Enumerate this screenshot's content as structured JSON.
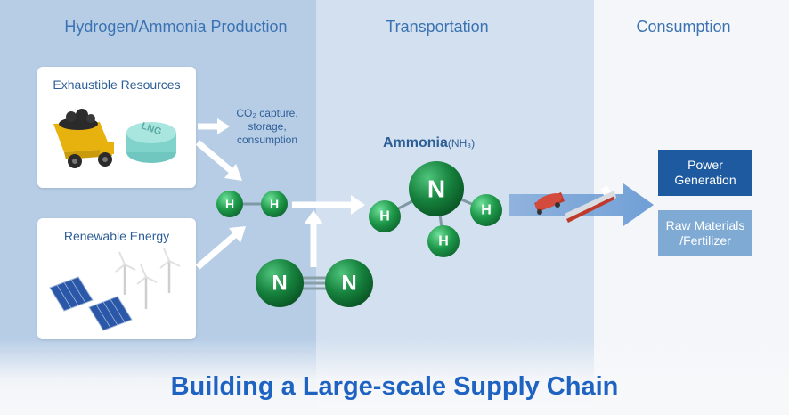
{
  "sections": {
    "production": "Hydrogen/Ammonia Production",
    "transportation": "Transportation",
    "consumption": "Consumption"
  },
  "sources": {
    "exhaustible": "Exhaustible Resources",
    "renewable": "Renewable Energy",
    "lng_label": "LNG"
  },
  "co2_note": {
    "line1": "CO₂ capture,",
    "line2": "storage,",
    "line3": "consumption"
  },
  "molecules": {
    "hydrogen_symbol": "H",
    "nitrogen_symbol": "N",
    "ammonia_name": "Ammonia",
    "ammonia_formula": "(NH₃)"
  },
  "consumption_uses": {
    "power": "Power Generation",
    "raw": "Raw Materials /Fertilizer"
  },
  "headline": "Building a Large-scale Supply Chain",
  "colors": {
    "accent_blue": "#1f63c2",
    "power_box": "#1d5aa0",
    "raw_box": "#7eaad4",
    "atom_green": "#1f9a4b"
  }
}
